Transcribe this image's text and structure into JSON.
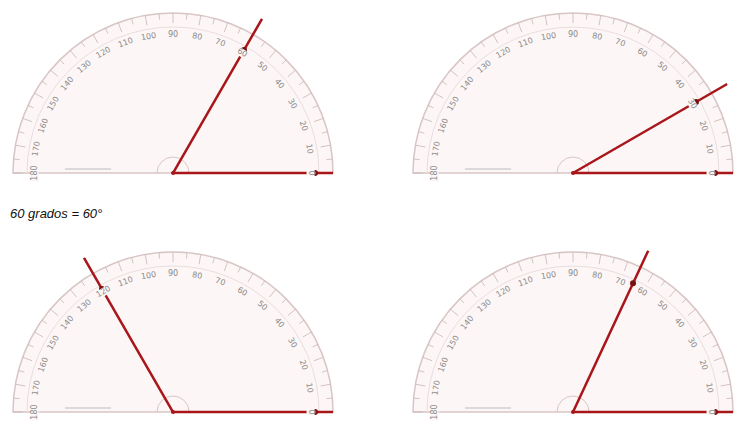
{
  "diagram": {
    "labels": [
      "0",
      "10",
      "20",
      "30",
      "40",
      "50",
      "60",
      "70",
      "80",
      "90",
      "100",
      "110",
      "120",
      "130",
      "140",
      "150",
      "160",
      "170",
      "180",
      "0",
      "10",
      "20",
      "30",
      "40",
      "50",
      "60",
      "70",
      "80",
      "90",
      "100",
      "110",
      "120",
      "130",
      "140",
      "150",
      "160",
      "170",
      "180",
      "60 grados = 60°",
      "0",
      "10",
      "20",
      "30",
      "40",
      "50",
      "60",
      "70",
      "80",
      "90",
      "100",
      "110",
      "120",
      "130",
      "140",
      "150",
      "160",
      "170",
      "180",
      "0",
      "10",
      "20",
      "30",
      "40",
      "50",
      "60",
      "70",
      "80",
      "90",
      "100",
      "110",
      "120",
      "130",
      "140",
      "150",
      "160",
      "170",
      "180"
    ]
  }
}
